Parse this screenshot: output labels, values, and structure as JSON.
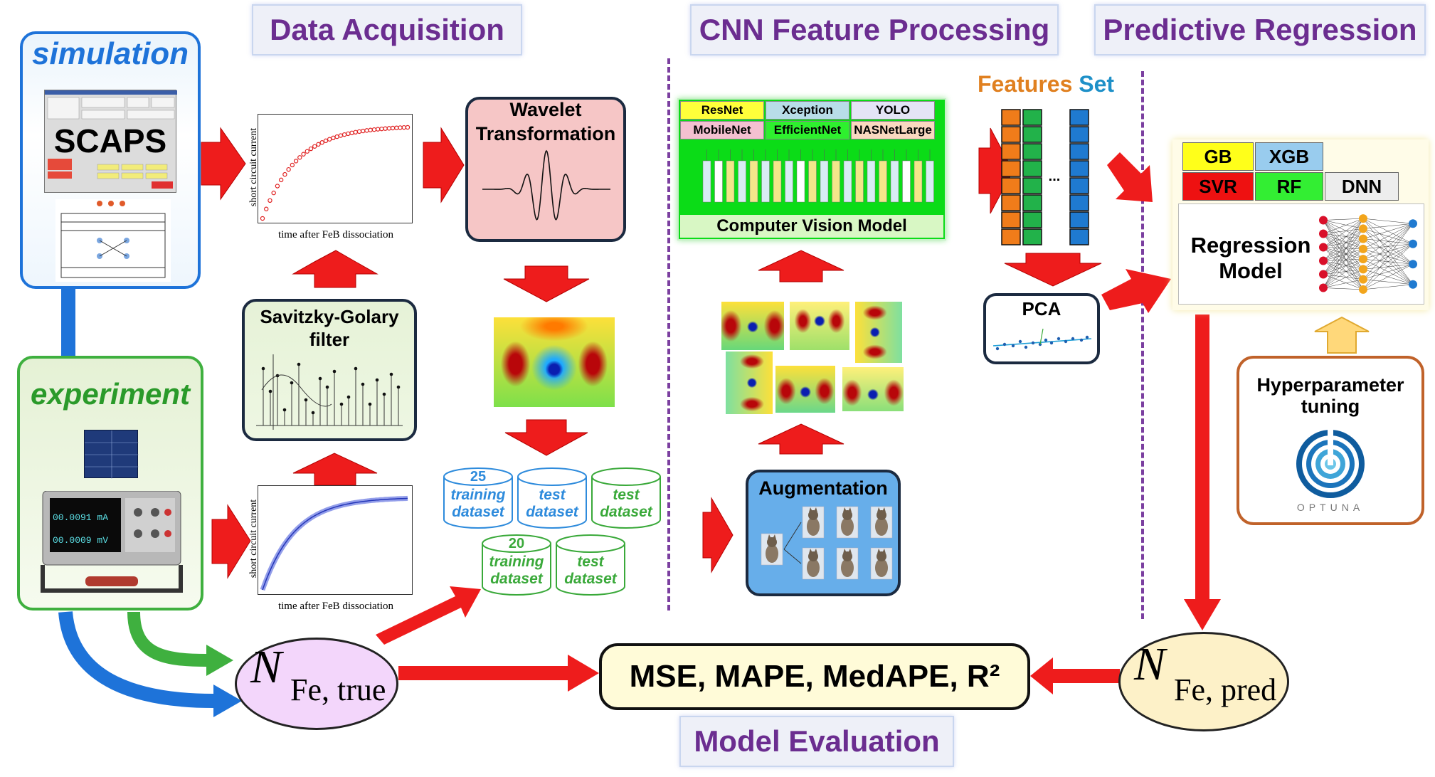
{
  "phases": {
    "data_acquisition": "Data Acquisition",
    "cnn_feature_processing": "CNN Feature Processing",
    "predictive_regression": "Predictive Regression",
    "model_evaluation": "Model Evaluation"
  },
  "simulation": {
    "title": "simulation",
    "software": "SCAPS"
  },
  "experiment": {
    "title": "experiment"
  },
  "plots": {
    "ylabel": "short circuit current",
    "xlabel": "time after FeB dissociation"
  },
  "savitzky": {
    "label": "Savitzky-Golary filter"
  },
  "wavelet": {
    "label": "Wavelet Transformation"
  },
  "datasets": {
    "blue": [
      {
        "count": "25",
        "line1": "training",
        "line2": "dataset"
      },
      {
        "count": "",
        "line1": "test",
        "line2": "dataset"
      }
    ],
    "green": [
      {
        "count": "",
        "line1": "test",
        "line2": "dataset"
      },
      {
        "count": "20",
        "line1": "training",
        "line2": "dataset"
      },
      {
        "count": "",
        "line1": "test",
        "line2": "dataset"
      }
    ]
  },
  "cnn_models": {
    "row1": [
      "ResNet",
      "Xception",
      "YOLO"
    ],
    "row2": [
      "MobileNet",
      "EfficientNet",
      "NASNetLarge"
    ],
    "caption": "Computer Vision Model"
  },
  "augmentation": {
    "label": "Augmentation"
  },
  "features": {
    "word1": "Features",
    "word2": "Set",
    "ellipsis": "..."
  },
  "pca": {
    "label": "PCA"
  },
  "regression": {
    "row1": [
      "GB",
      "XGB"
    ],
    "row2": [
      "SVR",
      "RF",
      "DNN"
    ],
    "model_label_line1": "Regression",
    "model_label_line2": "Model"
  },
  "hyperparameter": {
    "line1": "Hyperparameter",
    "line2": "tuning",
    "logo_text": "OPTUNA"
  },
  "metrics": {
    "text": "MSE, MAPE, MedAPE, R²"
  },
  "n_true": {
    "symbol": "N",
    "subscript": "Fe, true"
  },
  "n_pred": {
    "symbol": "N",
    "subscript": "Fe, pred"
  },
  "device": {
    "readout1": "00.0091 mA",
    "readout2": "00.0009 mV"
  },
  "colors": {
    "phase_text": "#6b2d90",
    "arrow": "#ee1c1c",
    "simulation_blue": "#1e73d9",
    "experiment_green": "#3fb03f",
    "dataset_blue": "#2e8bdc",
    "dataset_green": "#3aa93a"
  }
}
